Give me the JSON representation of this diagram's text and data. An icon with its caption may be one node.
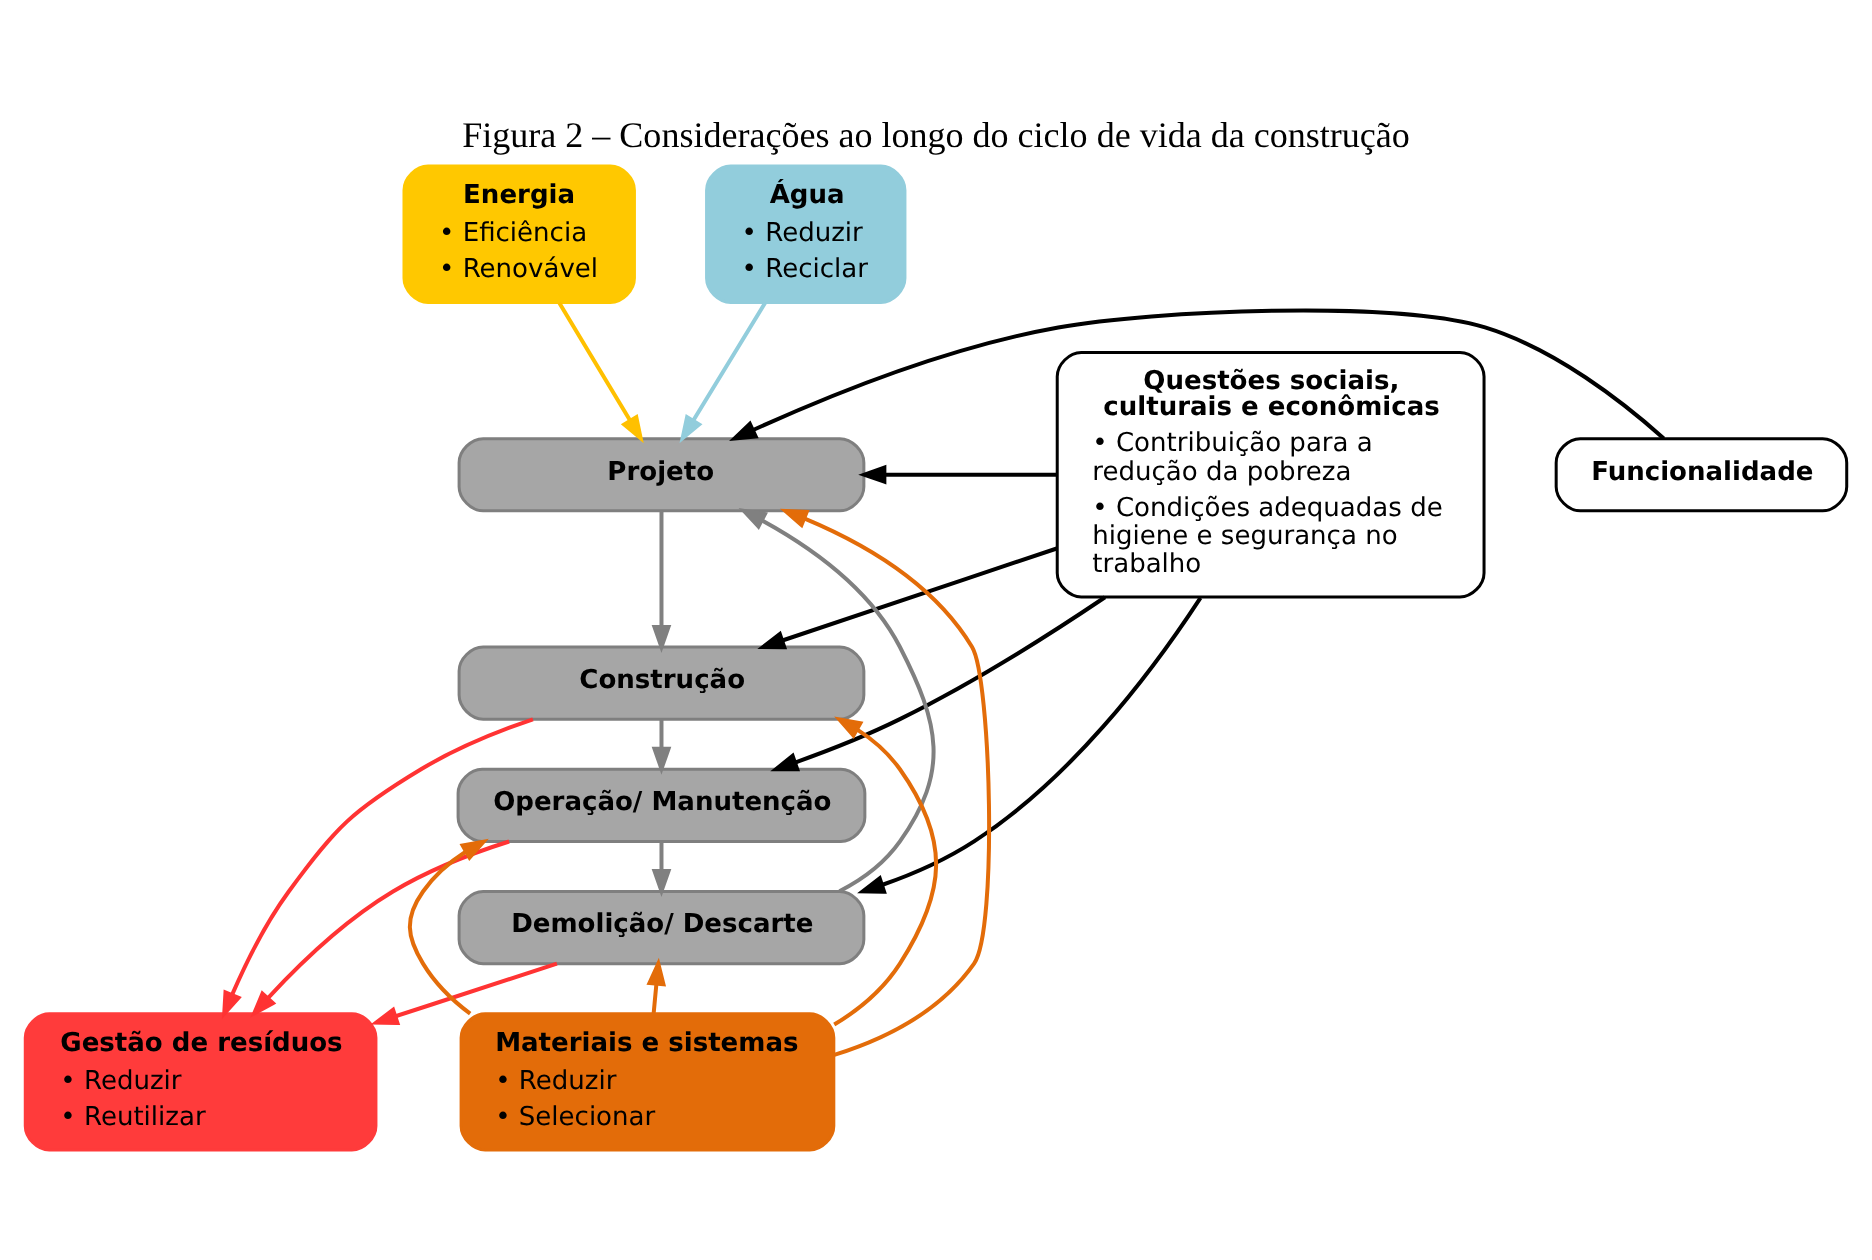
{
  "diagram": {
    "title": "Figura 2 – Considerações ao longo do ciclo de vida da construção",
    "nodes": [
      {
        "text": [
          "Energia",
          "• Eficiência",
          "• Renovável"
        ]
      },
      {
        "text": [
          "Água",
          "• Reduzir",
          "• Reciclar"
        ]
      },
      {
        "text": [
          "Projeto"
        ]
      },
      {
        "text": [
          "Funcionalidade"
        ]
      },
      {
        "text": [
          "Questões sociais, culturais e econômicas",
          "• Contribuição para a redução da pobreza",
          "• Condições adequadas de higiene e segurança no trabalho"
        ]
      },
      {
        "text": [
          "Construção"
        ]
      },
      {
        "text": [
          "Operação/ Manutenção"
        ]
      },
      {
        "text": [
          "Demolição/ Descarte"
        ]
      },
      {
        "text": [
          "Materiais e sistemas",
          "• Reduzir",
          "• Selecionar"
        ]
      },
      {
        "text": [
          "Gestão de resíduos",
          "• Reduzir",
          "• Reutilizar"
        ]
      }
    ],
    "edges": [
      {
        "from": 0,
        "to": 2,
        "arrow": "to",
        "color": "#ffc000"
      },
      {
        "from": 1,
        "to": 2,
        "arrow": "to",
        "color": "#92cddc"
      },
      {
        "from": 3,
        "to": 2,
        "arrow": "to"
      },
      {
        "from": 4,
        "to": 2,
        "arrow": "to"
      },
      {
        "from": 4,
        "to": 5,
        "arrow": "to"
      },
      {
        "from": 4,
        "to": 6,
        "arrow": "to"
      },
      {
        "from": 4,
        "to": 7,
        "arrow": "to"
      },
      {
        "from": 2,
        "to": 5,
        "arrow": "to",
        "color": "#808080"
      },
      {
        "from": 5,
        "to": 6,
        "arrow": "to",
        "color": "#808080"
      },
      {
        "from": 6,
        "to": 7,
        "arrow": "to",
        "color": "#808080"
      },
      {
        "from": 7,
        "to": 2,
        "arrow": "to",
        "color": "#808080"
      },
      {
        "from": 8,
        "to": 2,
        "arrow": "to",
        "color": "#e36c09"
      },
      {
        "from": 8,
        "to": 5,
        "arrow": "to",
        "color": "#e36c09"
      },
      {
        "from": 8,
        "to": 6,
        "arrow": "to",
        "color": "#e36c09"
      },
      {
        "from": 8,
        "to": 7,
        "arrow": "to",
        "color": "#e36c09"
      },
      {
        "from": 5,
        "to": 9,
        "arrow": "to",
        "color": "#ff3333"
      },
      {
        "from": 6,
        "to": 9,
        "arrow": "to",
        "color": "#ff3333"
      },
      {
        "from": 7,
        "to": 9,
        "arrow": "to",
        "color": "#ff3333"
      }
    ]
  }
}
